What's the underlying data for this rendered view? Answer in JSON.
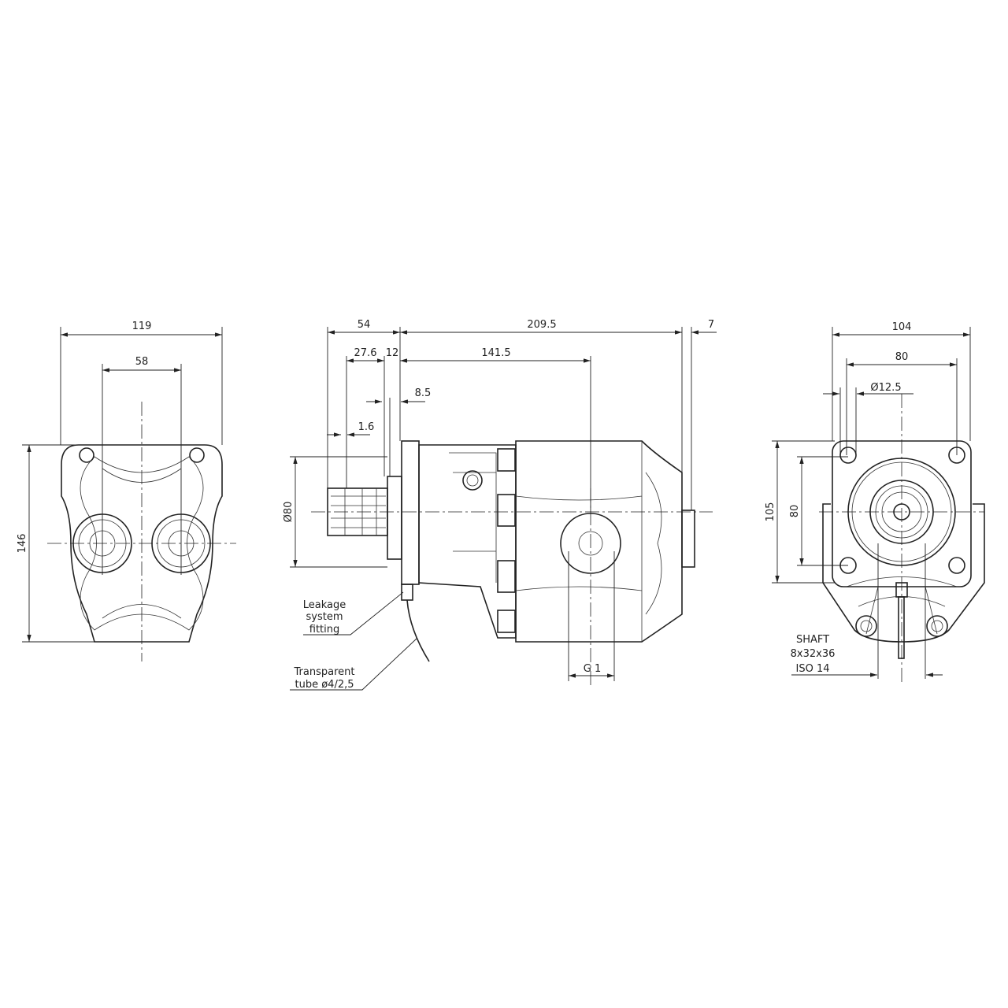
{
  "front_view": {
    "width": "119",
    "port_spacing": "58",
    "height": "146"
  },
  "side_view": {
    "shaft_total": "54",
    "body_length": "209.5",
    "plug": "7",
    "spline_length": "27.6",
    "collar": "12",
    "port_position": "141.5",
    "pilot_depth": "8.5",
    "chamfer": "1.6",
    "pilot_diameter": "Ø80",
    "port_size": "G 1",
    "leakage_label": [
      "Leakage",
      "system",
      "fitting"
    ],
    "tube_label": [
      "Transparent",
      "tube ø4/2,5"
    ]
  },
  "rear_view": {
    "width": "104",
    "hole_spacing_h": "80",
    "hole_diameter": "Ø12.5",
    "height": "105",
    "hole_spacing_v": "80",
    "shaft_label": [
      "SHAFT",
      "8x32x36",
      "ISO 14"
    ]
  }
}
